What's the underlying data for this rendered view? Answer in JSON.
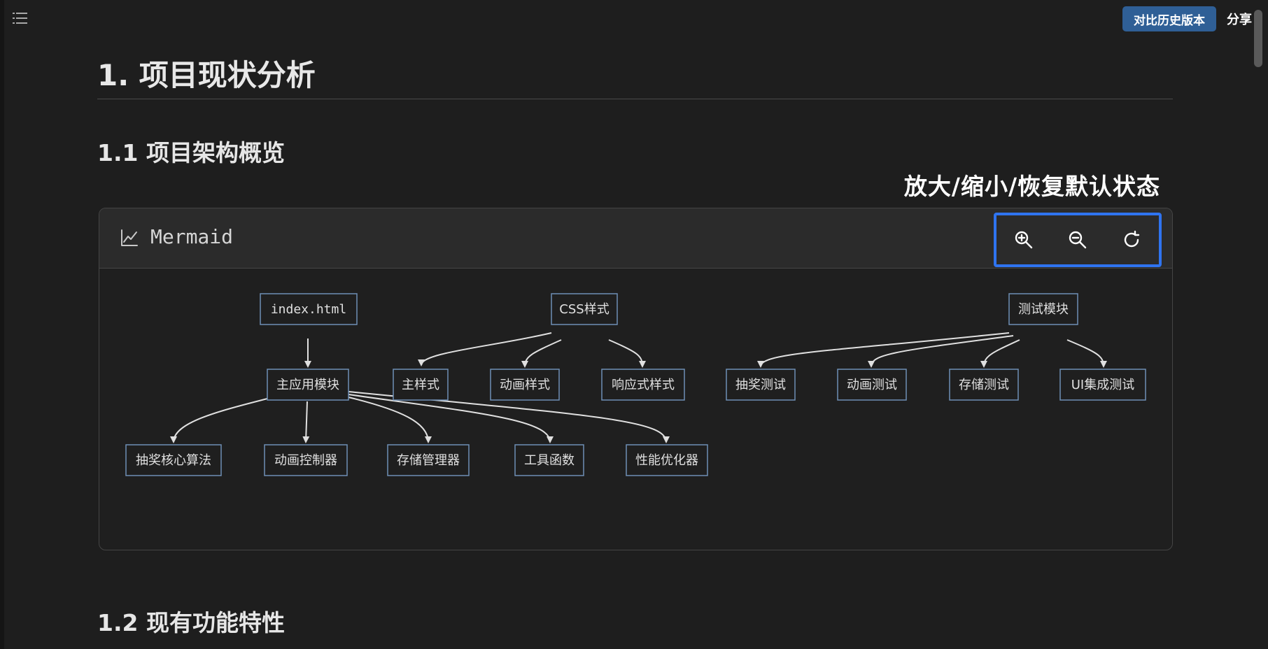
{
  "toolbar": {
    "compare_label": "对比历史版本",
    "share_label": "分享"
  },
  "headings": {
    "h1": "1. 项目现状分析",
    "h2_architecture": "1.1 项目架构概览",
    "h2_features": "1.2 现有功能特性"
  },
  "annotation": "放大/缩小/恢复默认状态",
  "mermaid": {
    "title": "Mermaid",
    "nodes": {
      "index": "index.html",
      "css": "CSS样式",
      "test": "测试模块",
      "app": "主应用模块",
      "main_style": "主样式",
      "anim_style": "动画样式",
      "resp_style": "响应式样式",
      "lottery_test": "抽奖测试",
      "anim_test": "动画测试",
      "storage_test": "存储测试",
      "ui_test": "UI集成测试",
      "lottery_core": "抽奖核心算法",
      "anim_ctrl": "动画控制器",
      "storage_mgr": "存储管理器",
      "utils": "工具函数",
      "perf": "性能优化器"
    }
  },
  "icons": {
    "toc": "list-icon",
    "chart": "line-chart-icon",
    "zoom_in": "zoom-in-icon",
    "zoom_out": "zoom-out-icon",
    "reset": "reset-icon"
  },
  "colors": {
    "accent": "#2f74f0",
    "button": "#2f5f96",
    "node_border": "#6f8fb5"
  }
}
